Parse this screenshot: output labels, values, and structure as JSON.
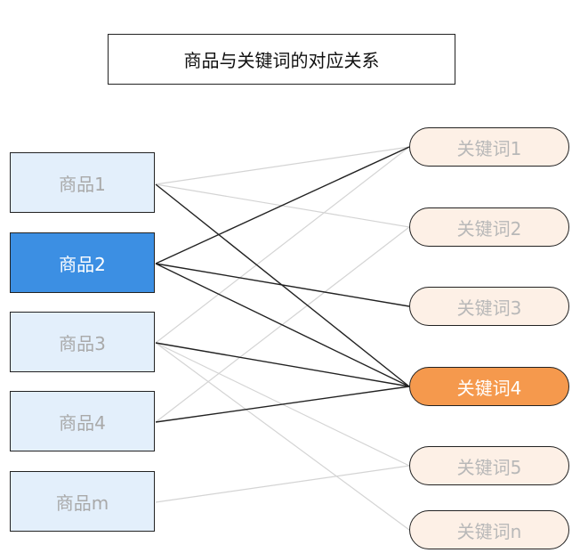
{
  "title": "商品与关键词的对应关系",
  "products": [
    {
      "id": "p1",
      "label": "商品1",
      "active": false
    },
    {
      "id": "p2",
      "label": "商品2",
      "active": true
    },
    {
      "id": "p3",
      "label": "商品3",
      "active": false
    },
    {
      "id": "p4",
      "label": "商品4",
      "active": false
    },
    {
      "id": "pm",
      "label": "商品m",
      "active": false
    }
  ],
  "keywords": [
    {
      "id": "k1",
      "label": "关键词1",
      "active": false
    },
    {
      "id": "k2",
      "label": "关键词2",
      "active": false
    },
    {
      "id": "k3",
      "label": "关键词3",
      "active": false
    },
    {
      "id": "k4",
      "label": "关键词4",
      "active": true
    },
    {
      "id": "k5",
      "label": "关键词5",
      "active": false
    },
    {
      "id": "kn",
      "label": "关键词n",
      "active": false
    }
  ],
  "links": [
    {
      "from": "p1",
      "to": "k1",
      "highlight": false
    },
    {
      "from": "p1",
      "to": "k2",
      "highlight": false
    },
    {
      "from": "p1",
      "to": "k4",
      "highlight": true
    },
    {
      "from": "p2",
      "to": "k1",
      "highlight": true
    },
    {
      "from": "p2",
      "to": "k3",
      "highlight": true
    },
    {
      "from": "p2",
      "to": "k4",
      "highlight": true
    },
    {
      "from": "p3",
      "to": "k1",
      "highlight": false
    },
    {
      "from": "p3",
      "to": "k4",
      "highlight": true
    },
    {
      "from": "p3",
      "to": "k5",
      "highlight": false
    },
    {
      "from": "p3",
      "to": "kn",
      "highlight": false
    },
    {
      "from": "p4",
      "to": "k2",
      "highlight": false
    },
    {
      "from": "p4",
      "to": "k4",
      "highlight": true
    },
    {
      "from": "pm",
      "to": "k5",
      "highlight": false
    }
  ],
  "colors": {
    "product_bg": "#e3effb",
    "product_active_bg": "#3c8fe3",
    "keyword_bg": "#fdf0e6",
    "keyword_active_bg": "#f5994d",
    "link_dim": "#d4d4d4",
    "link_highlight": "#222222"
  }
}
